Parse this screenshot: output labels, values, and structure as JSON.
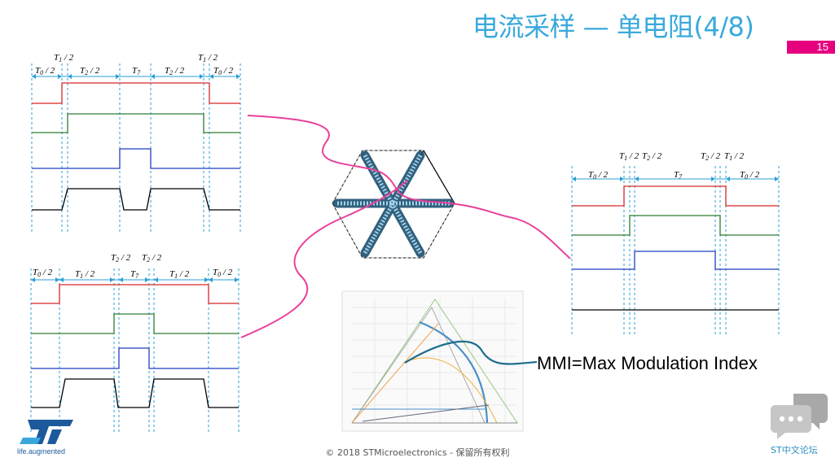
{
  "slide": {
    "title": "电流采样 — 单电阻(4/8)",
    "page_number": "15",
    "copyright": "© 2018 STMicroelectronics - 保留所有权利",
    "logo_tagline": "life.augmented",
    "forum_label": "ST中文论坛",
    "mmi_label": "MMI=Max Modulation Index"
  },
  "colors": {
    "title": "#39a9dc",
    "badge": "#e6007e",
    "phase_a": "#d62728",
    "phase_b": "#2e7d32",
    "phase_c": "#1f3fbf",
    "sum": "#000000",
    "dim": "#2a9fd6",
    "connector": "#e8409a",
    "mmi_connector": "#1e6e8c"
  },
  "icons": {
    "logo": "st-logo-icon",
    "forum": "chat-bubble-icon"
  }
}
